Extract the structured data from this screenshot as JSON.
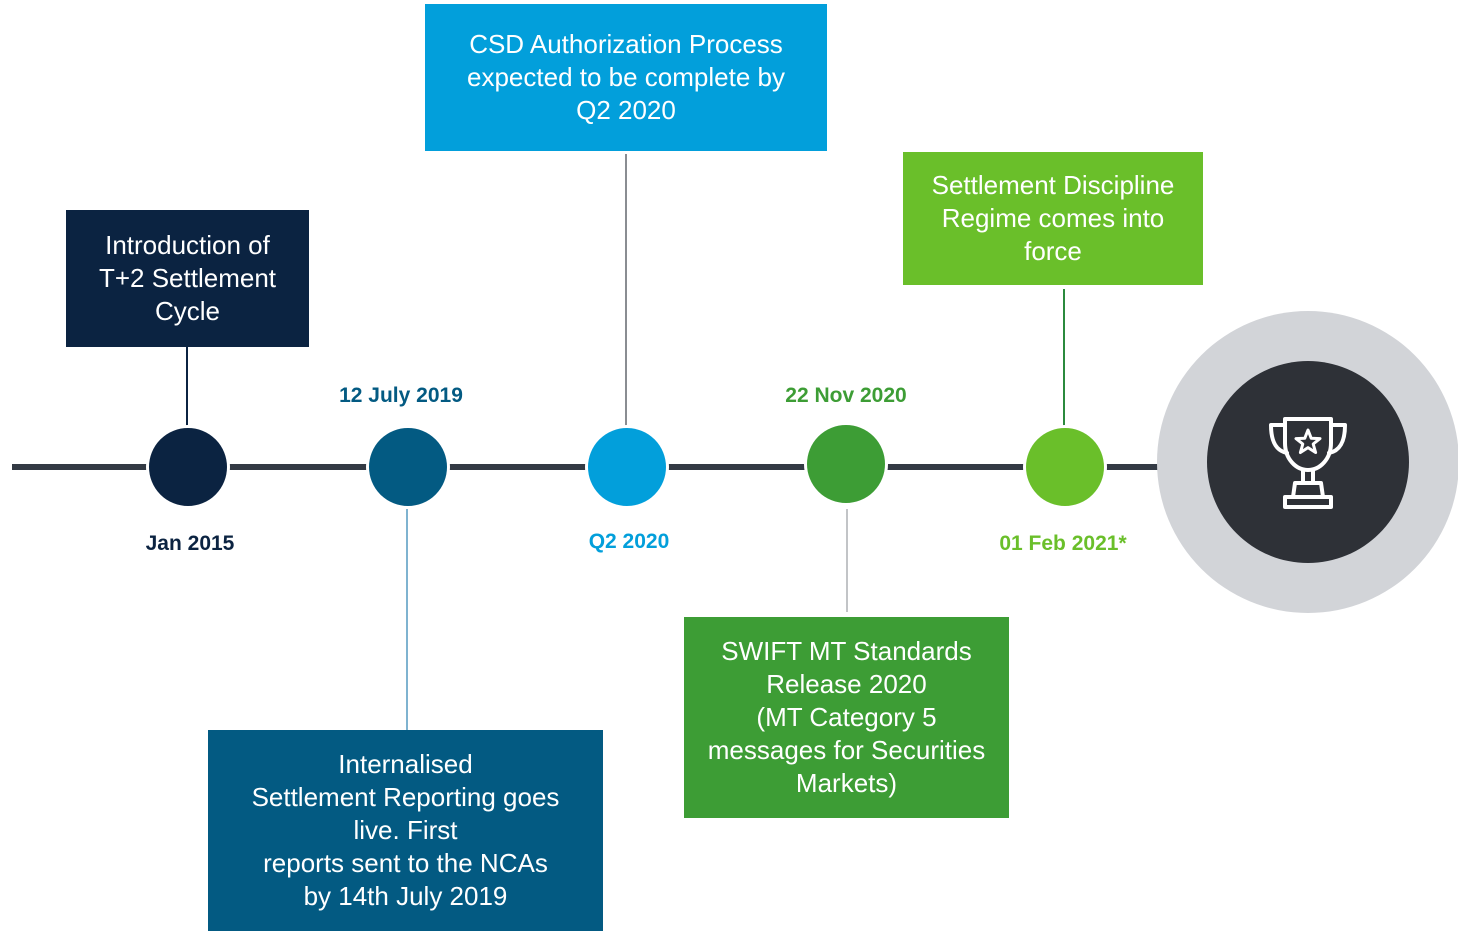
{
  "events": [
    {
      "id": "t2-settlement",
      "date": "Jan 2015",
      "text": "Introduction of\nT+2 Settlement\nCycle",
      "color": "#0b2341"
    },
    {
      "id": "internalised-reporting",
      "date": "12 July 2019",
      "text": "Internalised\nSettlement Reporting goes\nlive. First\nreports sent to the NCAs\nby 14th July 2019",
      "color": "#035a82"
    },
    {
      "id": "csd-authorization",
      "date": "Q2 2020",
      "text": "CSD Authorization Process\nexpected to be complete by\nQ2 2020",
      "color": "#029fdb"
    },
    {
      "id": "swift-mt",
      "date": "22 Nov 2020",
      "text": "SWIFT MT Standards\nRelease 2020\n(MT Category 5\nmessages for Securities\nMarkets)",
      "color": "#3d9d35"
    },
    {
      "id": "settlement-discipline",
      "date": "01 Feb 2021*",
      "text": "Settlement Discipline\nRegime comes into\nforce",
      "color": "#6abf2a"
    }
  ],
  "goal": {
    "icon": "trophy-icon",
    "outer_color": "#d2d4d8",
    "inner_color": "#2e3137"
  },
  "axis_color": "#333a44"
}
